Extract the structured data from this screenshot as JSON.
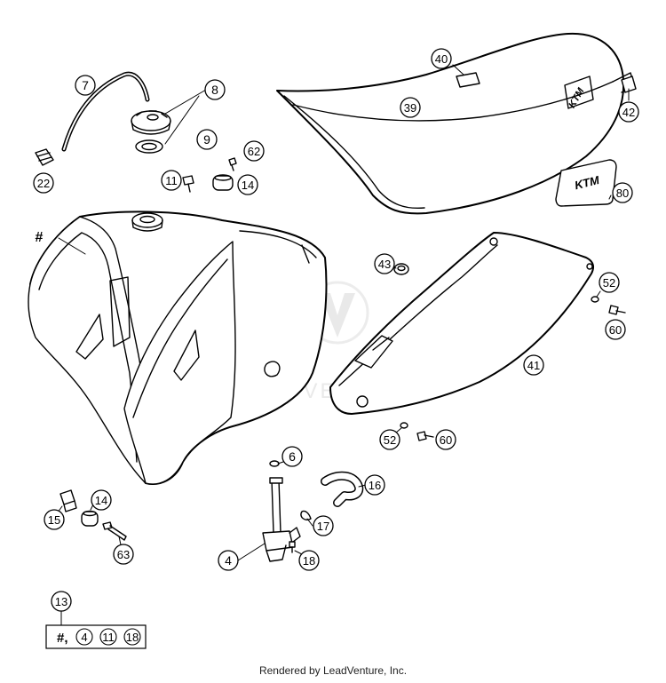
{
  "watermark": "LEADVENTURE",
  "footer": "Rendered by LeadVenture, Inc.",
  "seat_logo": "KTM",
  "decal_logo": "KTM",
  "callouts": [
    {
      "id": "c7",
      "label": "7"
    },
    {
      "id": "c8",
      "label": "8"
    },
    {
      "id": "c9",
      "label": "9"
    },
    {
      "id": "c22",
      "label": "22"
    },
    {
      "id": "c62",
      "label": "62"
    },
    {
      "id": "c11",
      "label": "11"
    },
    {
      "id": "c14a",
      "label": "14"
    },
    {
      "id": "c40",
      "label": "40"
    },
    {
      "id": "c39",
      "label": "39"
    },
    {
      "id": "c42",
      "label": "42"
    },
    {
      "id": "c80",
      "label": "80"
    },
    {
      "id": "c43",
      "label": "43"
    },
    {
      "id": "c52a",
      "label": "52"
    },
    {
      "id": "c60a",
      "label": "60"
    },
    {
      "id": "c41",
      "label": "41"
    },
    {
      "id": "c52b",
      "label": "52"
    },
    {
      "id": "c60b",
      "label": "60"
    },
    {
      "id": "c6",
      "label": "6"
    },
    {
      "id": "c16",
      "label": "16"
    },
    {
      "id": "c14b",
      "label": "14"
    },
    {
      "id": "c15",
      "label": "15"
    },
    {
      "id": "c63",
      "label": "63"
    },
    {
      "id": "c17",
      "label": "17"
    },
    {
      "id": "c4",
      "label": "4"
    },
    {
      "id": "c18",
      "label": "18"
    },
    {
      "id": "c13",
      "label": "13"
    }
  ],
  "tank_marker": "#",
  "kit_box": {
    "prefix": "#,",
    "items": [
      "4",
      "11",
      "18"
    ]
  }
}
